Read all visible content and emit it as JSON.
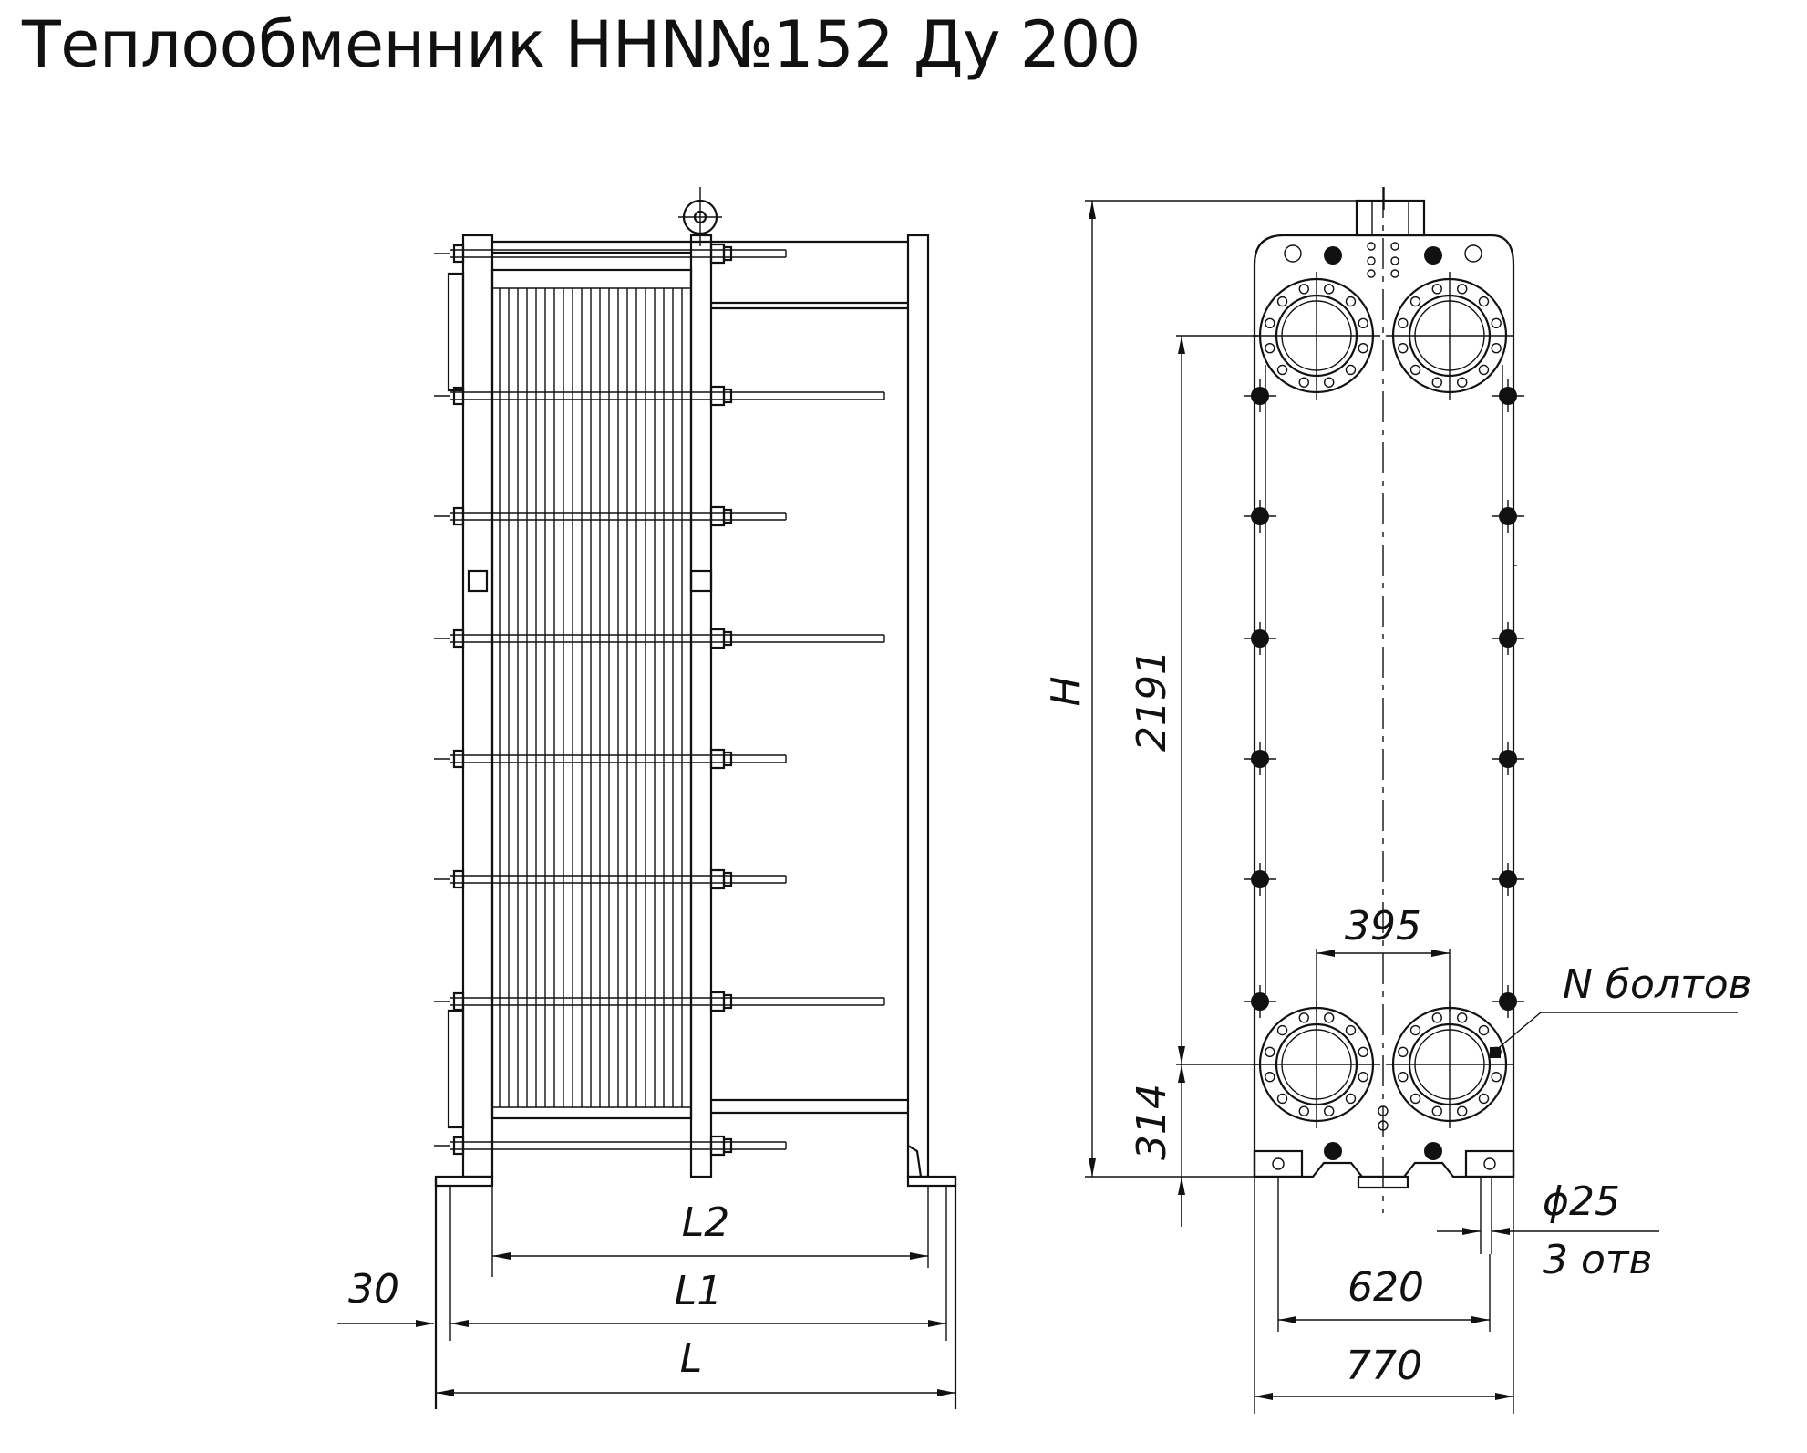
{
  "title": "Теплообменник ННN№152 Ду 200",
  "dimensions": {
    "H": "H",
    "height_2191": "2191",
    "height_314": "314",
    "width_395": "395",
    "width_620": "620",
    "width_770": "770",
    "hole_d": "ϕ25",
    "hole_count": "3 отв",
    "bolts": "N болтов",
    "L": "L",
    "L1": "L1",
    "L2": "L2",
    "offset_30": "30"
  },
  "colors": {
    "line": "#111111",
    "background": "#ffffff"
  }
}
